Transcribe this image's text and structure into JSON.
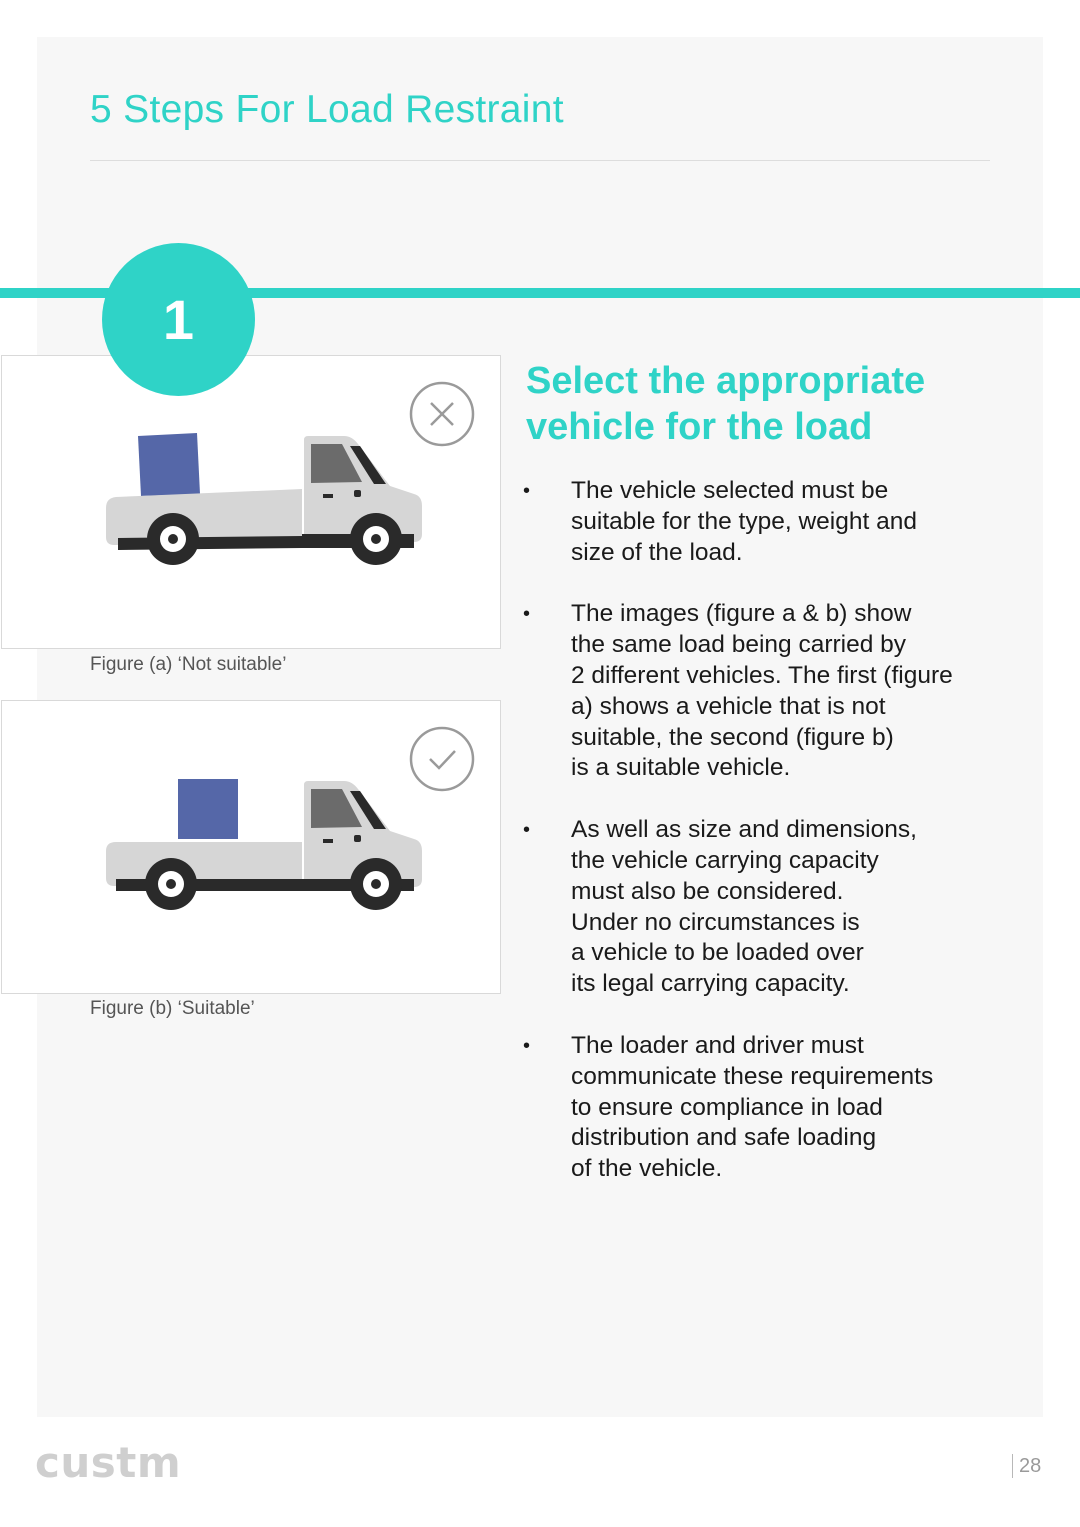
{
  "header": {
    "title": "5 Steps For Load Restraint"
  },
  "step": {
    "number": "1",
    "heading": "Select the appropriate vehicle for the load"
  },
  "figures": [
    {
      "caption": "Figure (a) ‘Not suitable’",
      "status_icon": "cross-circle-icon"
    },
    {
      "caption": "Figure (b) ‘Suitable’",
      "status_icon": "check-circle-icon"
    }
  ],
  "bullets": [
    "The vehicle selected must be\nsuitable for the type, weight and\nsize of the load.",
    "The images (figure a & b) show\nthe same load being carried by\n2 different vehicles. The first (figure\na) shows a vehicle that is not\nsuitable, the second (figure b)\nis a suitable vehicle.",
    "As well as size and dimensions,\nthe vehicle carrying capacity\nmust also be considered.\nUnder no circumstances is\na vehicle to be loaded over\nits legal carrying capacity.",
    "The loader and driver must\ncommunicate these requirements\nto ensure compliance in load\ndistribution and safe loading\nof the vehicle."
  ],
  "bullet_symbol": "•",
  "footer": {
    "logo": "custm",
    "page_number": "28"
  },
  "colors": {
    "accent": "#2fd3c7",
    "cargo": "#5567a8",
    "truck_body": "#d6d6d6",
    "truck_dark": "#2a2a2a"
  }
}
